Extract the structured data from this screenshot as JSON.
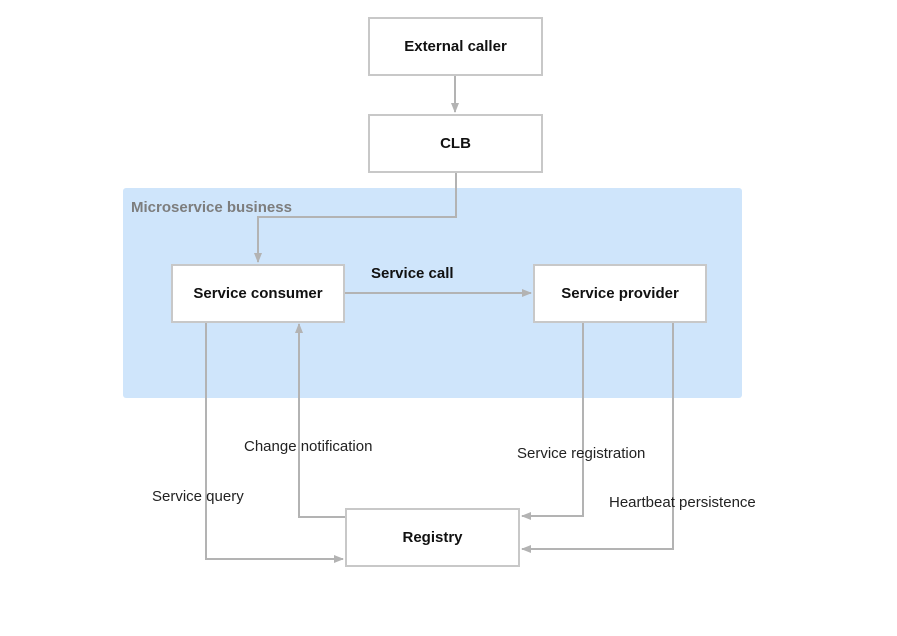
{
  "diagram": {
    "region": {
      "label": "Microservice business"
    },
    "nodes": {
      "external_caller": "External caller",
      "clb": "CLB",
      "service_consumer": "Service consumer",
      "service_provider": "Service provider",
      "registry": "Registry"
    },
    "edges": {
      "service_call": "Service call",
      "change_notification": "Change notification",
      "service_registration": "Service registration",
      "service_query": "Service query",
      "heartbeat_persistence": "Heartbeat persistence"
    },
    "colors": {
      "region_fill": "#cfe5fb",
      "node_border": "#c8c8c8",
      "connector": "#b3b3b3"
    }
  }
}
